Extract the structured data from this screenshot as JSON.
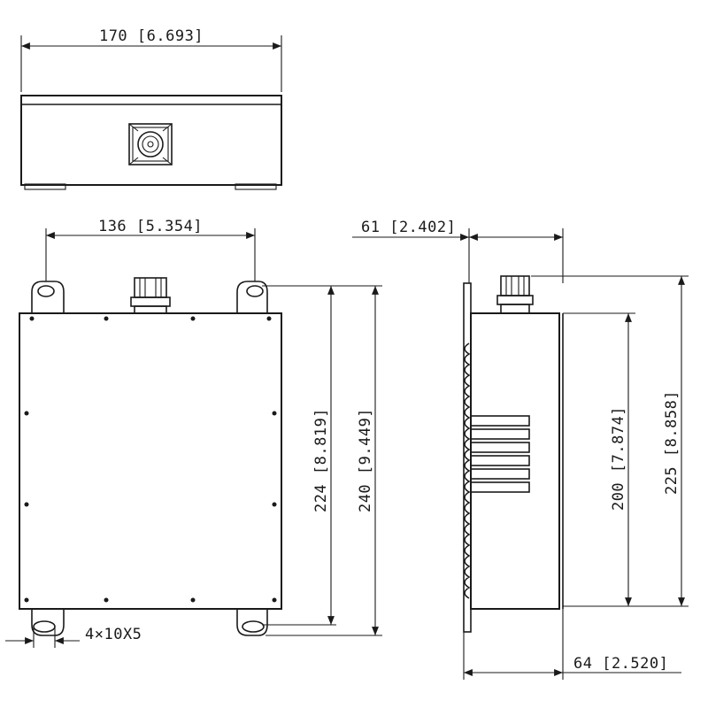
{
  "drawing": {
    "dimensions": {
      "top_width": "170 [6.693]",
      "mount_spacing": "136 [5.354]",
      "side_depth": "61 [2.402]",
      "side_base_depth": "64 [2.520]",
      "height_224": "224 [8.819]",
      "height_240": "240 [9.449]",
      "height_200": "200 [7.874]",
      "height_225": "225 [8.858]",
      "slot_note": "4×10X5"
    },
    "colors": {
      "line": "#1a1a1a",
      "paper": "#ffffff"
    }
  }
}
